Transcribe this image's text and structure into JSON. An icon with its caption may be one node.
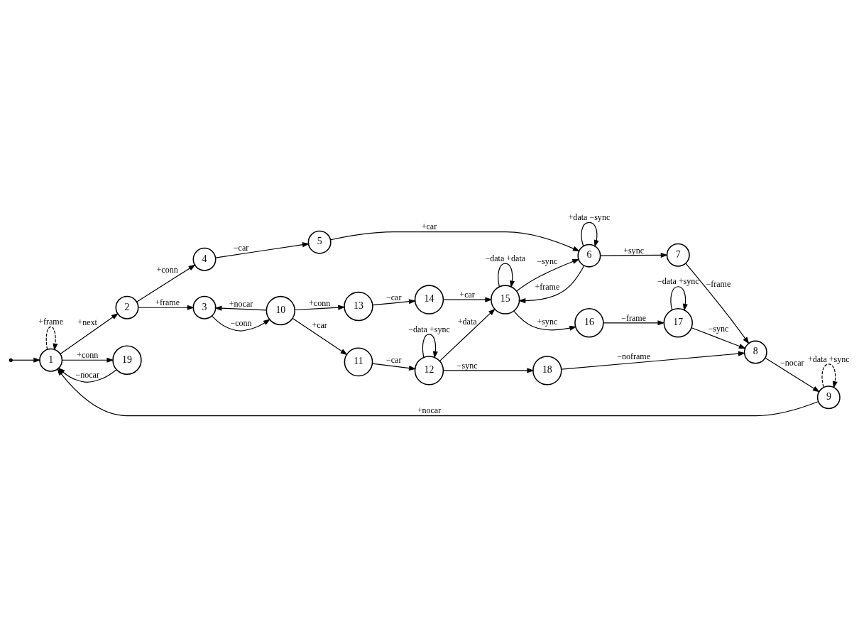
{
  "diagram": {
    "nodes": [
      {
        "text": [
          "1"
        ]
      },
      {
        "text": [
          "2"
        ]
      },
      {
        "text": [
          "3"
        ]
      },
      {
        "text": [
          "4"
        ]
      },
      {
        "text": [
          "5"
        ]
      },
      {
        "text": [
          "6"
        ]
      },
      {
        "text": [
          "7"
        ]
      },
      {
        "text": [
          "8"
        ]
      },
      {
        "text": [
          "9"
        ]
      },
      {
        "text": [
          "10"
        ]
      },
      {
        "text": [
          "11"
        ]
      },
      {
        "text": [
          "12"
        ]
      },
      {
        "text": [
          "13"
        ]
      },
      {
        "text": [
          "14"
        ]
      },
      {
        "text": [
          "15"
        ]
      },
      {
        "text": [
          "16"
        ]
      },
      {
        "text": [
          "17"
        ]
      },
      {
        "text": [
          "18"
        ]
      },
      {
        "text": [
          "19"
        ]
      }
    ],
    "edges": [
      {
        "from": null,
        "to": 0,
        "arrow": "to"
      },
      {
        "from": 17,
        "to": 7,
        "arrow": "to",
        "label": "−noframe"
      },
      {
        "from": 18,
        "to": 0,
        "arrow": "to",
        "label": "−nocar"
      },
      {
        "from": 0,
        "to": 18,
        "arrow": "to",
        "label": "+conn"
      },
      {
        "from": 0,
        "to": 0,
        "arrow": "to",
        "label": "+frame",
        "style": "dashed"
      },
      {
        "from": 8,
        "to": 0,
        "arrow": "to",
        "label": "+nocar"
      },
      {
        "from": 8,
        "to": 8,
        "arrow": "to",
        "label": "+data +sync",
        "style": "dashed"
      },
      {
        "from": 7,
        "to": 8,
        "arrow": "to",
        "label": "−nocar"
      },
      {
        "from": 16,
        "to": 16,
        "arrow": "to",
        "label": "−data +sync"
      },
      {
        "from": 15,
        "to": 16,
        "arrow": "to",
        "label": "−frame"
      },
      {
        "from": 16,
        "to": 7,
        "arrow": "to",
        "label": "−sync"
      },
      {
        "from": 6,
        "to": 7,
        "arrow": "to",
        "label": "−frame"
      },
      {
        "from": 0,
        "to": 1,
        "arrow": "to",
        "label": "+next"
      },
      {
        "from": 1,
        "to": 3,
        "arrow": "to",
        "label": "+conn"
      },
      {
        "from": 3,
        "to": 4,
        "arrow": "to",
        "label": "−car"
      },
      {
        "from": 4,
        "to": 5,
        "arrow": "to",
        "label": "+car"
      },
      {
        "from": 5,
        "to": 5,
        "arrow": "to",
        "label": "+data −sync"
      },
      {
        "from": 5,
        "to": 6,
        "arrow": "to",
        "label": "+sync"
      },
      {
        "from": 5,
        "to": 14,
        "arrow": "to",
        "label": "+frame"
      },
      {
        "from": 14,
        "to": 5,
        "arrow": "to",
        "label": "−sync"
      },
      {
        "from": 14,
        "to": 15,
        "arrow": "to",
        "label": "+sync"
      },
      {
        "from": 1,
        "to": 2,
        "arrow": "to",
        "label": "+frame"
      },
      {
        "from": 12,
        "to": 13,
        "arrow": "to",
        "label": "−car"
      },
      {
        "from": 13,
        "to": 14,
        "arrow": "to",
        "label": "+car"
      },
      {
        "from": 14,
        "to": 14,
        "arrow": "to",
        "label": "−data +data"
      },
      {
        "from": 11,
        "to": 14,
        "arrow": "to",
        "label": "+data"
      },
      {
        "from": 2,
        "to": 9,
        "arrow": "to",
        "label": "−conn"
      },
      {
        "from": 9,
        "to": 2,
        "arrow": "to",
        "label": "+nocar"
      },
      {
        "from": 9,
        "to": 12,
        "arrow": "to",
        "label": "+conn"
      },
      {
        "from": 9,
        "to": 10,
        "arrow": "to",
        "label": "+car"
      },
      {
        "from": 10,
        "to": 11,
        "arrow": "to",
        "label": "−car"
      },
      {
        "from": 11,
        "to": 11,
        "arrow": "to",
        "label": "−data +sync"
      },
      {
        "from": 11,
        "to": 17,
        "arrow": "to",
        "label": "−sync"
      }
    ]
  }
}
